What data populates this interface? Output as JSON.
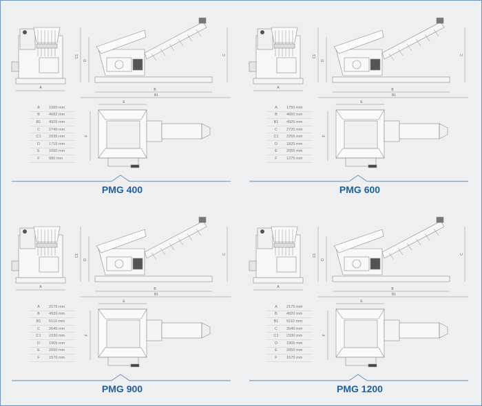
{
  "colors": {
    "title": "#1f5f9e",
    "divider": "#5a8cc0",
    "line": "#8a8a8a"
  },
  "dimension_labels": {
    "A": "A",
    "B": "B",
    "B1": "B1",
    "C": "C",
    "C1": "C1",
    "D": "D",
    "E": "E",
    "F": "F"
  },
  "models": [
    {
      "name": "PMG 400",
      "specs": [
        {
          "key": "A",
          "value": "1560 mm"
        },
        {
          "key": "B",
          "value": "4682 mm"
        },
        {
          "key": "B1",
          "value": "4925 mm"
        },
        {
          "key": "C",
          "value": "2740 mm"
        },
        {
          "key": "C1",
          "value": "2035 mm"
        },
        {
          "key": "D",
          "value": "1715 mm"
        },
        {
          "key": "E",
          "value": "1660 mm"
        },
        {
          "key": "F",
          "value": "980 mm"
        }
      ]
    },
    {
      "name": "PMG 600",
      "specs": [
        {
          "key": "A",
          "value": "1750 mm"
        },
        {
          "key": "B",
          "value": "4660 mm"
        },
        {
          "key": "B1",
          "value": "4925 mm"
        },
        {
          "key": "C",
          "value": "2720 mm"
        },
        {
          "key": "C1",
          "value": "2255 mm"
        },
        {
          "key": "D",
          "value": "1820 mm"
        },
        {
          "key": "E",
          "value": "2055 mm"
        },
        {
          "key": "F",
          "value": "1275 mm"
        }
      ]
    },
    {
      "name": "PMG 900",
      "specs": [
        {
          "key": "A",
          "value": "2175 mm"
        },
        {
          "key": "B",
          "value": "4920 mm"
        },
        {
          "key": "B1",
          "value": "5110 mm"
        },
        {
          "key": "C",
          "value": "2640 mm"
        },
        {
          "key": "C1",
          "value": "2330 mm"
        },
        {
          "key": "D",
          "value": "1905 mm"
        },
        {
          "key": "E",
          "value": "2050 mm"
        },
        {
          "key": "F",
          "value": "1570 mm"
        }
      ]
    },
    {
      "name": "PMG 1200",
      "specs": [
        {
          "key": "A",
          "value": "2175 mm"
        },
        {
          "key": "B",
          "value": "4920 mm"
        },
        {
          "key": "B1",
          "value": "5110 mm"
        },
        {
          "key": "C",
          "value": "3540 mm"
        },
        {
          "key": "C1",
          "value": "2330 mm"
        },
        {
          "key": "D",
          "value": "1905 mm"
        },
        {
          "key": "E",
          "value": "2050 mm"
        },
        {
          "key": "F",
          "value": "1570 mm"
        }
      ]
    }
  ]
}
